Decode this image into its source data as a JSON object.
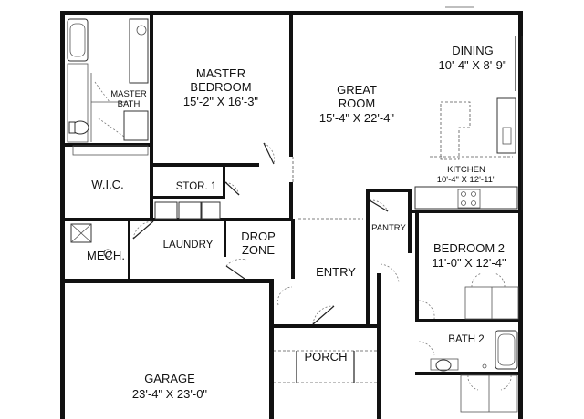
{
  "rooms": {
    "master_bedroom": {
      "name_line1": "MASTER",
      "name_line2": "BEDROOM",
      "dims": "15'-2\" X 16'-3\""
    },
    "master_bath": {
      "name_line1": "MASTER",
      "name_line2": "BATH"
    },
    "great_room": {
      "name_line1": "GREAT",
      "name_line2": "ROOM",
      "dims": "15'-4\" X 22'-4\""
    },
    "dining": {
      "name": "DINING",
      "dims": "10'-4\" X 8'-9\""
    },
    "kitchen": {
      "name": "KITCHEN",
      "dims": "10'-4\" X 12'-11\""
    },
    "wic": {
      "name": "W.I.C."
    },
    "storage": {
      "name": "STOR. 1"
    },
    "laundry": {
      "name": "LAUNDRY"
    },
    "drop_zone": {
      "name_line1": "DROP",
      "name_line2": "ZONE"
    },
    "pantry": {
      "name": "PANTRY"
    },
    "bedroom2": {
      "name": "BEDROOM 2",
      "dims": "11'-0\" X 12'-4\""
    },
    "mech": {
      "name": "MECH."
    },
    "entry": {
      "name": "ENTRY"
    },
    "bath2": {
      "name": "BATH 2"
    },
    "porch": {
      "name": "PORCH"
    },
    "garage": {
      "name": "GARAGE",
      "dims": "23'-4\" X 23'-0\""
    }
  }
}
